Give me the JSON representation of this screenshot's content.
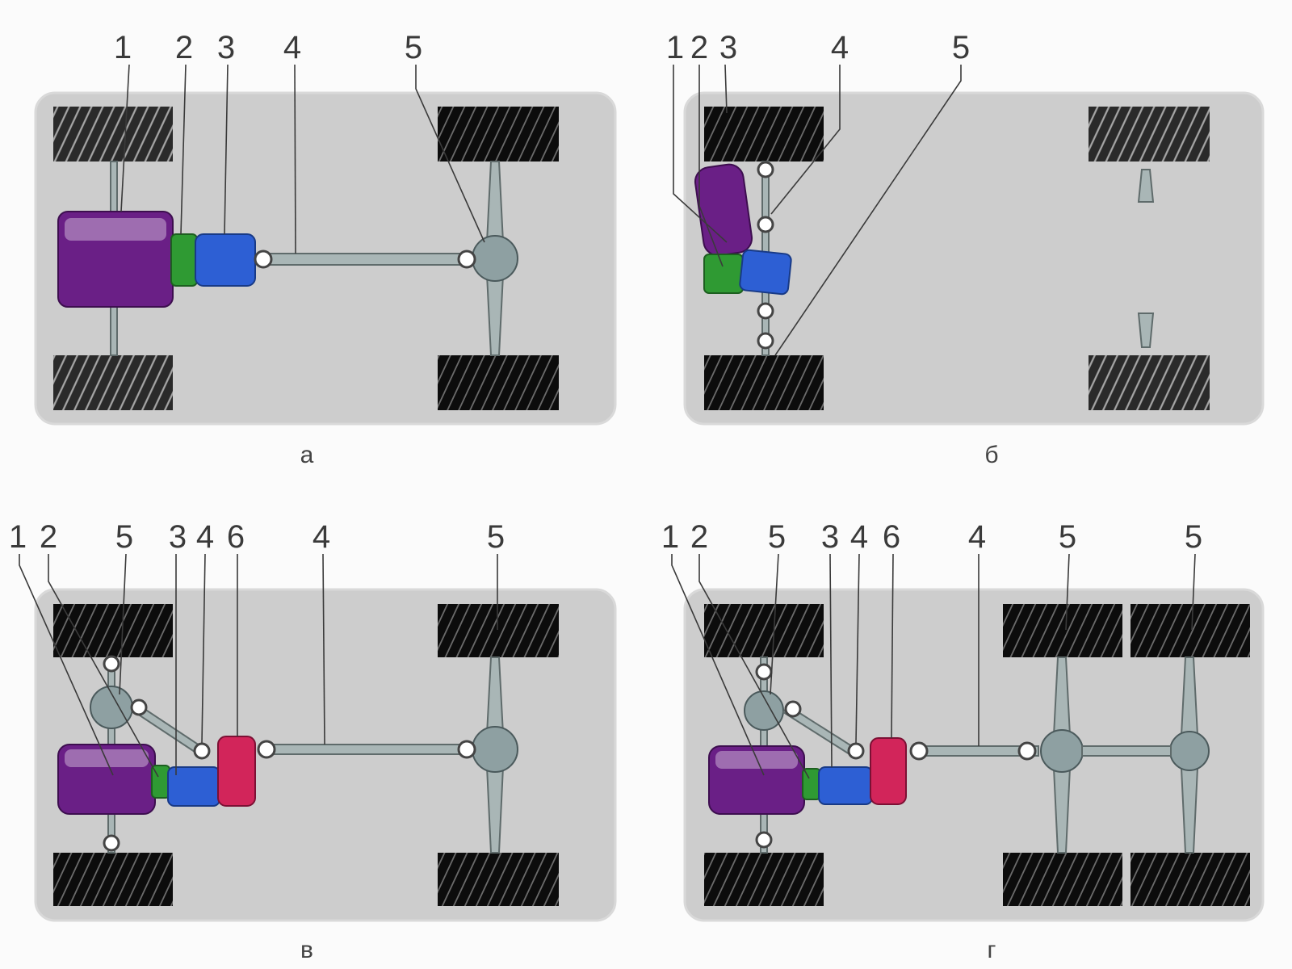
{
  "panels": [
    {
      "id": "a",
      "caption": "а",
      "labels": [
        "1",
        "2",
        "3",
        "4",
        "5"
      ]
    },
    {
      "id": "b",
      "caption": "б",
      "labels": [
        "1",
        "2",
        "3",
        "4",
        "5"
      ]
    },
    {
      "id": "c",
      "caption": "в",
      "labels": [
        "1",
        "2",
        "5",
        "3",
        "4",
        "6",
        "4",
        "5"
      ]
    },
    {
      "id": "d",
      "caption": "г",
      "labels": [
        "1",
        "2",
        "5",
        "3",
        "4",
        "6",
        "4",
        "5",
        "5"
      ]
    }
  ],
  "colors": {
    "engine": "#6a1f86",
    "clutch": "#2f9a33",
    "gearbox": "#2d5fd4",
    "transfer_case": "#d2255a",
    "axle_hub": "#8ea0a2",
    "chassis": "#cdcdcd",
    "tire_driven": "#0c0c0c",
    "tire_idle": "#333333"
  }
}
